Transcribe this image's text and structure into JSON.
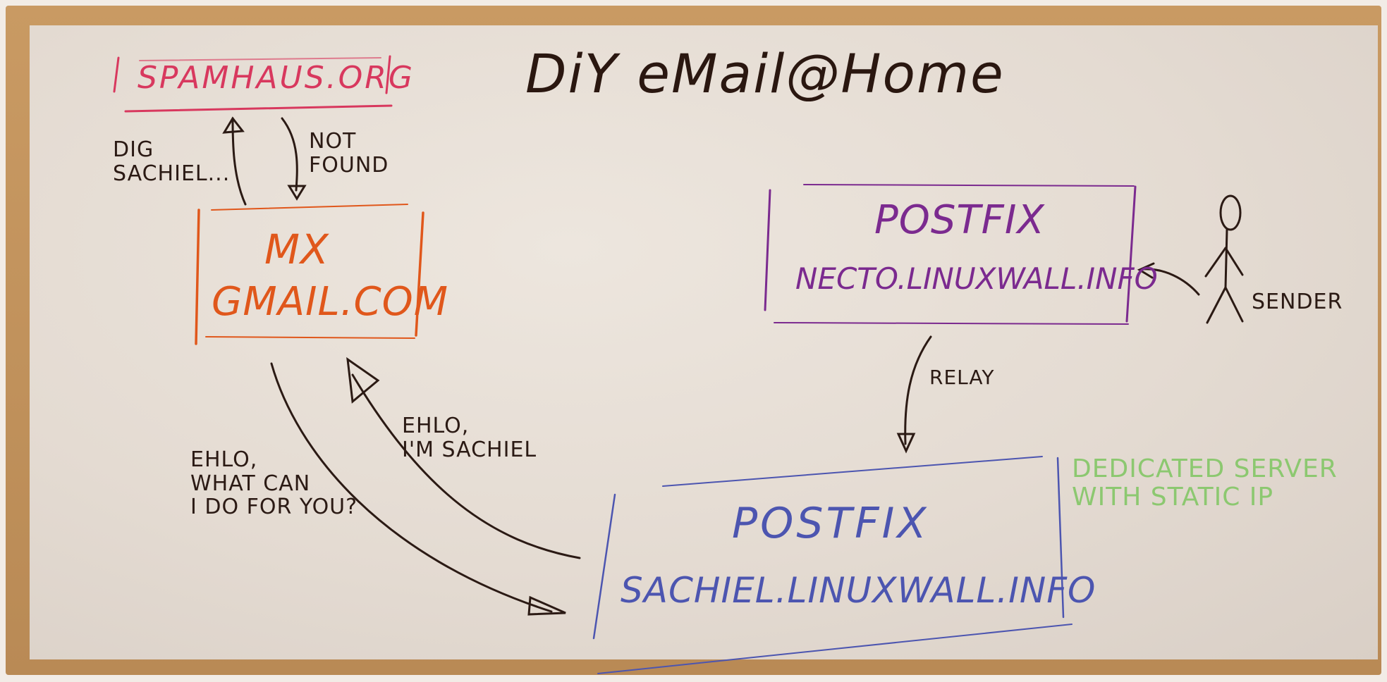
{
  "title": "DiY eMail@Home",
  "spamhaus": {
    "label": "SPAMHAUS.ORG"
  },
  "dig_query": {
    "line1": "DIG",
    "line2": "SACHIEL..."
  },
  "not_found": {
    "line1": "NOT",
    "line2": "FOUND"
  },
  "mx_box": {
    "line1": "MX",
    "line2": "GMAIL.COM"
  },
  "postfix_necto": {
    "line1": "POSTFIX",
    "line2": "NECTO.LINUXWALL.INFO"
  },
  "sender_label": "SENDER",
  "relay_label": "RELAY",
  "ehlo_sachiel": {
    "line1": "EHLO,",
    "line2": "I'M SACHIEL"
  },
  "ehlo_reply": {
    "line1": "EHLO,",
    "line2": "WHAT CAN",
    "line3": "I DO FOR YOU?"
  },
  "postfix_sachiel": {
    "line1": "POSTFIX",
    "line2": "SACHIEL.LINUXWALL.INFO"
  },
  "dedicated": {
    "line1": "DEDICATED SERVER",
    "line2": "WITH STATIC IP"
  },
  "colors": {
    "spamhaus": "#d8385e",
    "mx": "#e0571b",
    "postfix_necto": "#7b2a8f",
    "postfix_sachiel": "#4c55b0",
    "dedicated": "#8cc870",
    "ink": "#2b1a14"
  }
}
